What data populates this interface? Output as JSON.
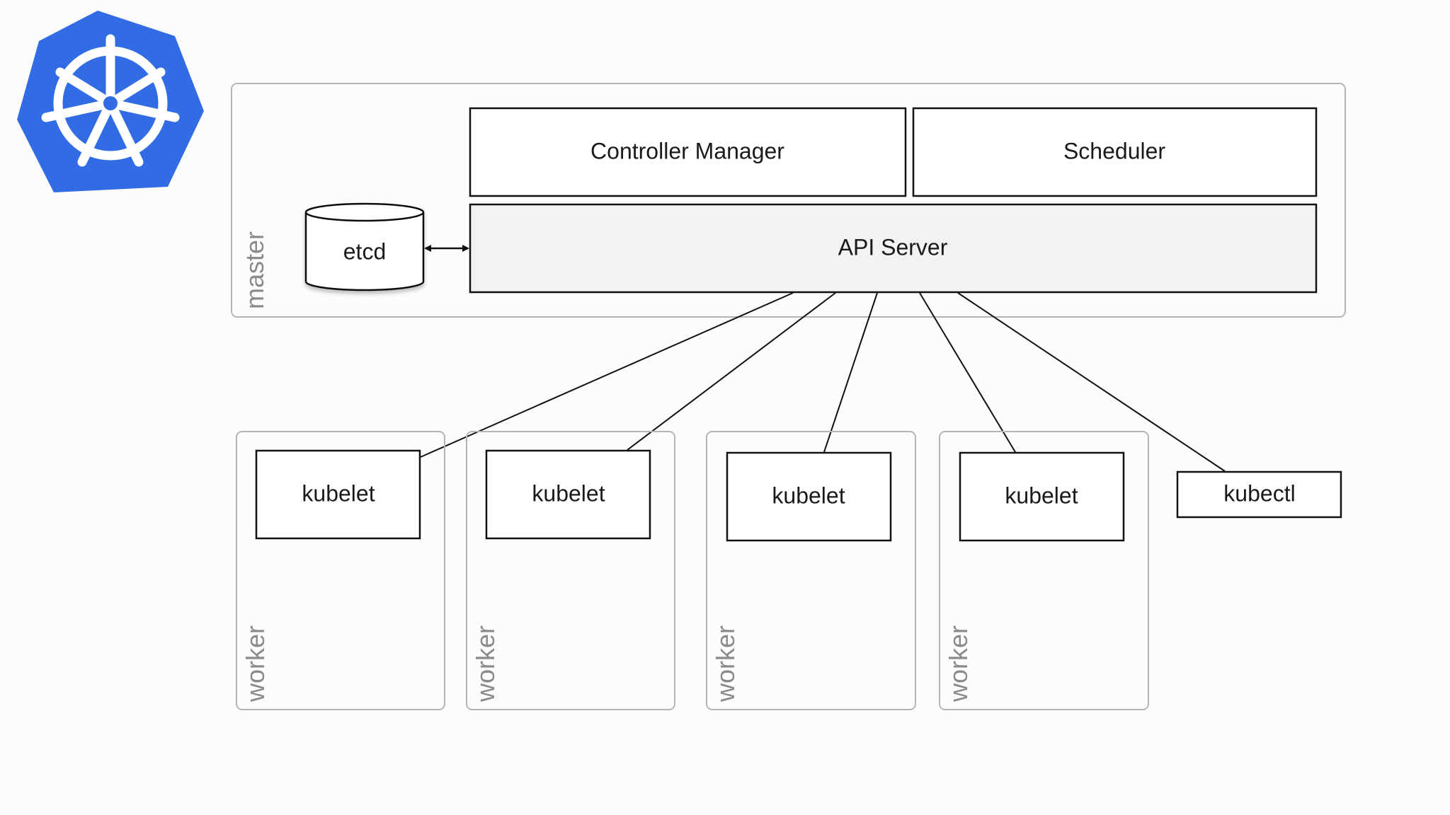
{
  "logo": {
    "icon": "kubernetes-helm-icon",
    "color": "#326ce5"
  },
  "master": {
    "label": "master",
    "controller_manager": "Controller Manager",
    "scheduler": "Scheduler",
    "api_server": "API Server",
    "etcd": "etcd"
  },
  "workers": [
    {
      "label": "worker",
      "kubelet": "kubelet"
    },
    {
      "label": "worker",
      "kubelet": "kubelet"
    },
    {
      "label": "worker",
      "kubelet": "kubelet"
    },
    {
      "label": "worker",
      "kubelet": "kubelet"
    }
  ],
  "kubectl": "kubectl",
  "colors": {
    "group_border": "#b5b5b5",
    "box_border": "#111111",
    "api_server_fill": "#f2f2f4"
  }
}
